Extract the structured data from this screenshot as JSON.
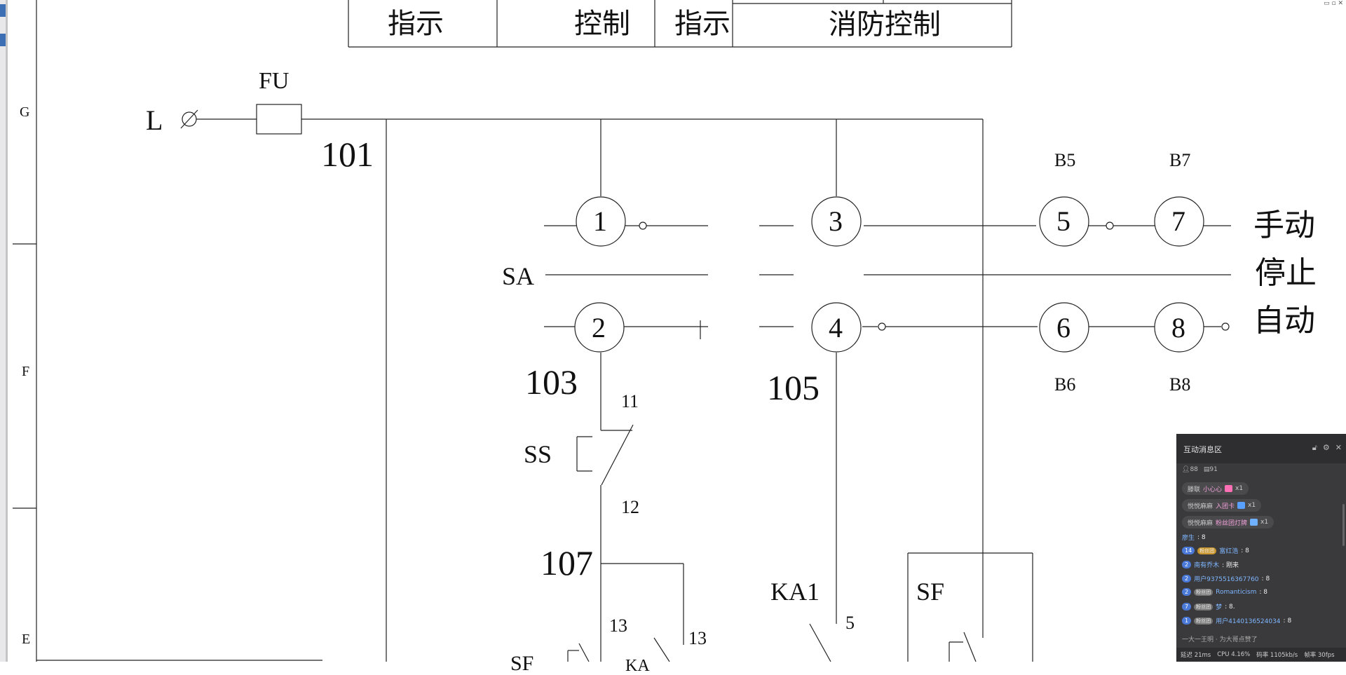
{
  "window_controls": "▭ ▫ ✕",
  "table": {
    "cells": [
      "指示",
      "控制",
      "指示",
      "消防控制"
    ]
  },
  "grid_rows": [
    "G",
    "F",
    "E"
  ],
  "labels": {
    "L": "L",
    "FU": "FU",
    "n101": "101",
    "SA": "SA",
    "n103": "103",
    "n105": "105",
    "SS": "SS",
    "n11": "11",
    "n12": "12",
    "n107": "107",
    "n13a": "13",
    "n13b": "13",
    "KA1": "KA1",
    "n5": "5",
    "SF": "SF",
    "B5": "B5",
    "B7": "B7",
    "B6": "B6",
    "B8": "B8",
    "manual": "手动",
    "stop": "停止",
    "auto": "自动",
    "cut_left": "SF",
    "cut_mid": "KA"
  },
  "contacts": [
    "1",
    "2",
    "3",
    "4",
    "5",
    "6",
    "7",
    "8"
  ],
  "chat": {
    "title": "互动消息区",
    "viewers": "88",
    "items": "91",
    "gifts": [
      {
        "who": "滕联",
        "what": "小心心",
        "count": "x1",
        "color": "#ff6fb5"
      },
      {
        "who": "悦悦麻麻",
        "what": "入团卡",
        "count": "x1",
        "color": "#5aa0ff"
      },
      {
        "who": "悦悦麻麻",
        "what": "粉丝团灯牌",
        "count": "x1",
        "color": "#6fb0ff"
      }
    ],
    "plain": {
      "name": "廖生",
      "text": ": 8"
    },
    "messages": [
      {
        "level": "14",
        "badge": "粉丝团",
        "gold": true,
        "name": "富红浩",
        "text": ": 8"
      },
      {
        "level": "2",
        "badge": "",
        "gold": false,
        "name": "南有乔木",
        "text": ": 刚来"
      },
      {
        "level": "2",
        "badge": "",
        "gold": false,
        "name": "用户9375516367760",
        "text": ": 8"
      },
      {
        "level": "2",
        "badge": "粉丝团",
        "gold": false,
        "name": "Romanticism",
        "text": ": 8"
      },
      {
        "level": "7",
        "badge": "粉丝团",
        "gold": false,
        "name": "梦",
        "text": ": 8."
      },
      {
        "level": "1",
        "badge": "粉丝团",
        "gold": false,
        "name": "用户4140136524034",
        "text": ": 8"
      }
    ],
    "partial": "一大一王明 · 为大哥点赞了",
    "footer": {
      "latency": "延迟 21ms",
      "cpu": "CPU 4.16%",
      "bitrate": "码率 1105kb/s",
      "fps": "帧率 30fps"
    }
  }
}
